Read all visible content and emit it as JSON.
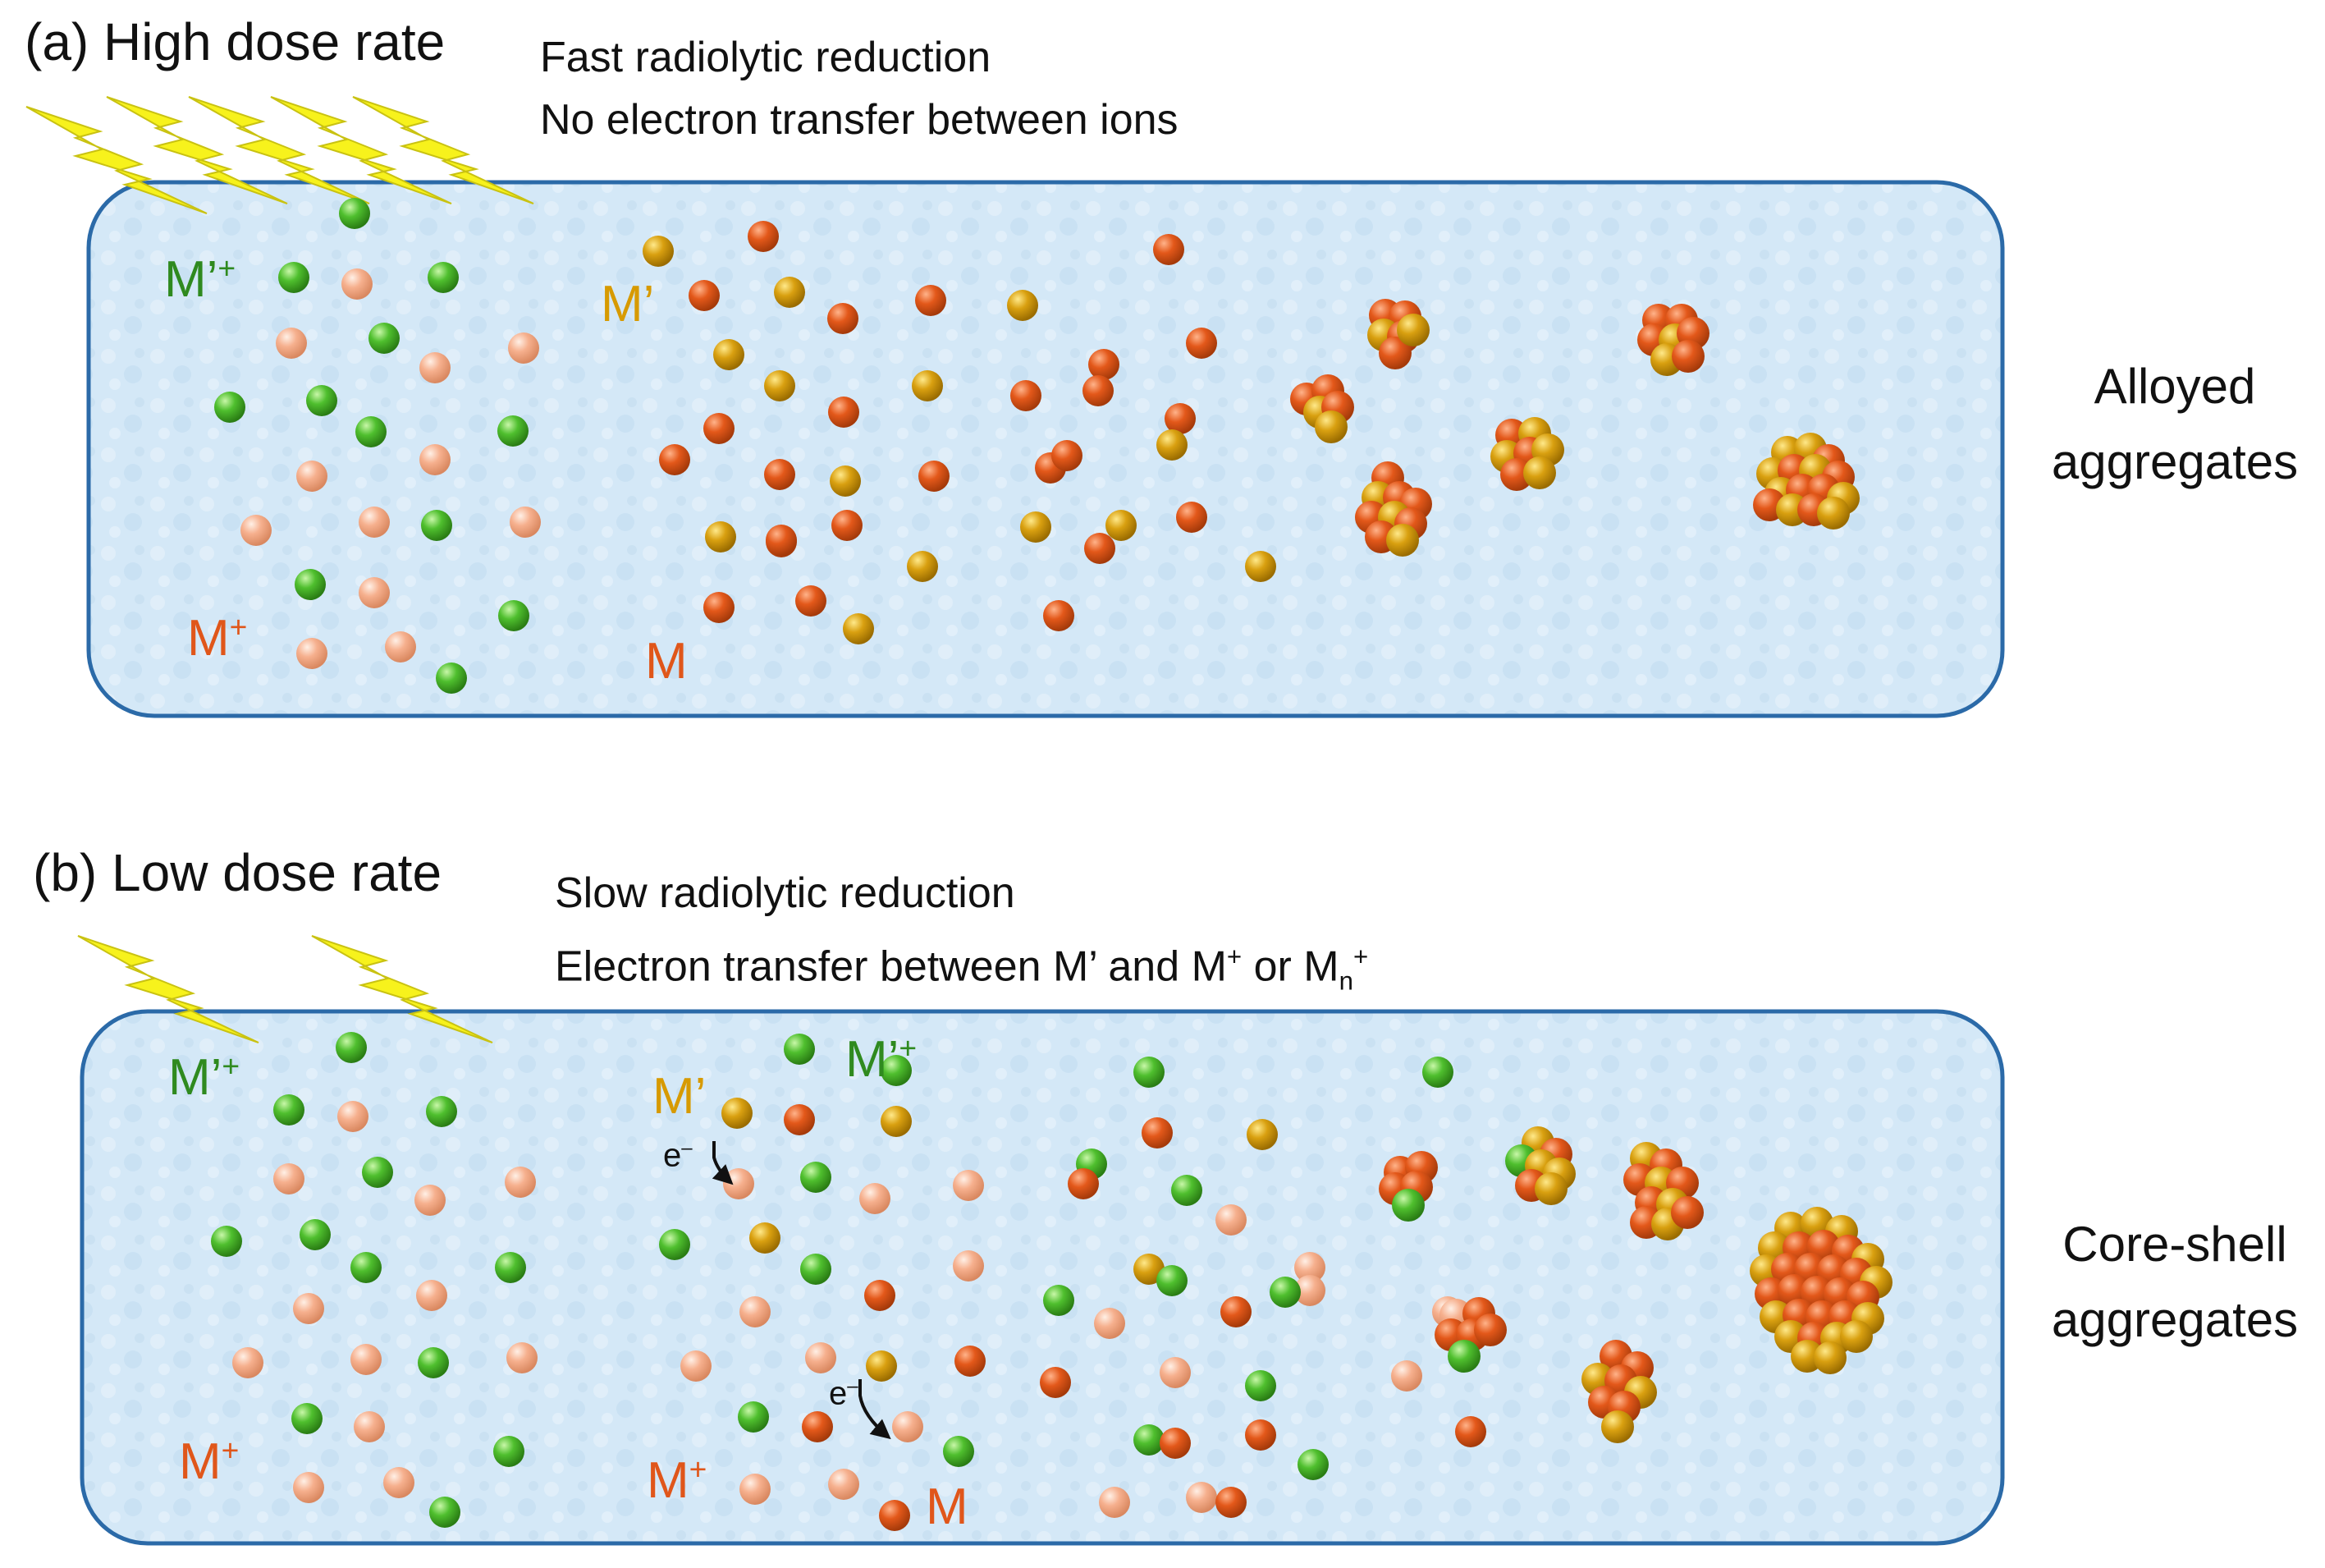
{
  "panel_a": {
    "title": "(a) High dose rate",
    "line1": "Fast radiolytic reduction",
    "line2": "No electron transfer between ions",
    "result": [
      "Alloyed",
      "aggregates"
    ],
    "labels": {
      "m_prime_ion": "M’",
      "m_ion": "M",
      "m_prime": "M’",
      "m": "M"
    }
  },
  "panel_b": {
    "title": "(b) Low dose rate",
    "line1": "Slow radiolytic reduction",
    "line2_pre": "Electron transfer between M’ and M",
    "line2_mid": " or M",
    "line2_sub": "n",
    "result": [
      "Core-shell",
      "aggregates"
    ],
    "labels": {
      "m_prime_ion": "M’",
      "m_ion": "M",
      "m_prime": "M’",
      "m_prime_ion_2": "M’",
      "m_ion_2": "M",
      "m": "M",
      "electron": "e"
    }
  },
  "colors": {
    "panel_fill": "#cfe4f5",
    "panel_stroke": "#2b6aa8",
    "lightning": "#f7f21c",
    "m_prime_ion": "#4fbf2e",
    "m_ion": "#f6b08e",
    "m_atom": "#e3581a",
    "m_prime_atom": "#d9a010"
  }
}
